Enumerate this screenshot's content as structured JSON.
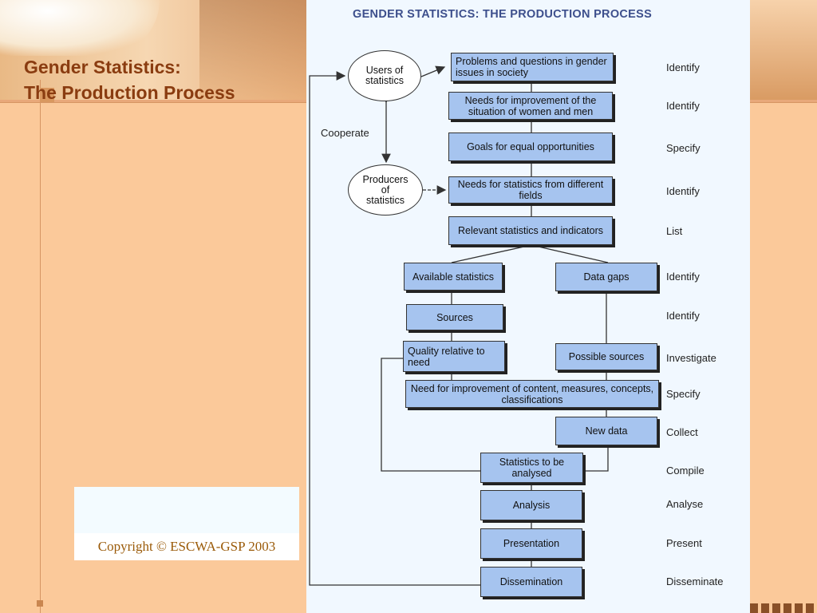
{
  "slide": {
    "title_line1": "Gender Statistics:",
    "title_line2": "The Production Process",
    "copyright": "Copyright © ESCWA-GSP 2003"
  },
  "diagram": {
    "title": "GENDER STATISTICS: THE PRODUCTION PROCESS",
    "users_oval": "Users of\nstatistics",
    "producers_oval": "Producers\nof\nstatistics",
    "cooperate": "Cooperate",
    "boxes": {
      "problems": "Problems and questions in gender issues in society",
      "needs_improvement": "Needs for improvement of the situation of women and men",
      "goals": "Goals for equal opportunities",
      "needs_statistics": "Needs for statistics from different fields",
      "relevant": "Relevant statistics and indicators",
      "available": "Available statistics",
      "data_gaps": "Data gaps",
      "sources": "Sources",
      "quality": "Quality relative to need",
      "possible_sources": "Possible sources",
      "need_content": "Need for improvement of content, measures, concepts, classifications",
      "new_data": "New data",
      "to_be_analysed": "Statistics to be analysed",
      "analysis": "Analysis",
      "presentation": "Presentation",
      "dissemination": "Dissemination"
    },
    "actions": [
      "Identify",
      "Identify",
      "Specify",
      "Identify",
      "List",
      "Identify",
      "Identify",
      "Investigate",
      "Specify",
      "Collect",
      "Compile",
      "Analyse",
      "Present",
      "Disseminate"
    ]
  }
}
